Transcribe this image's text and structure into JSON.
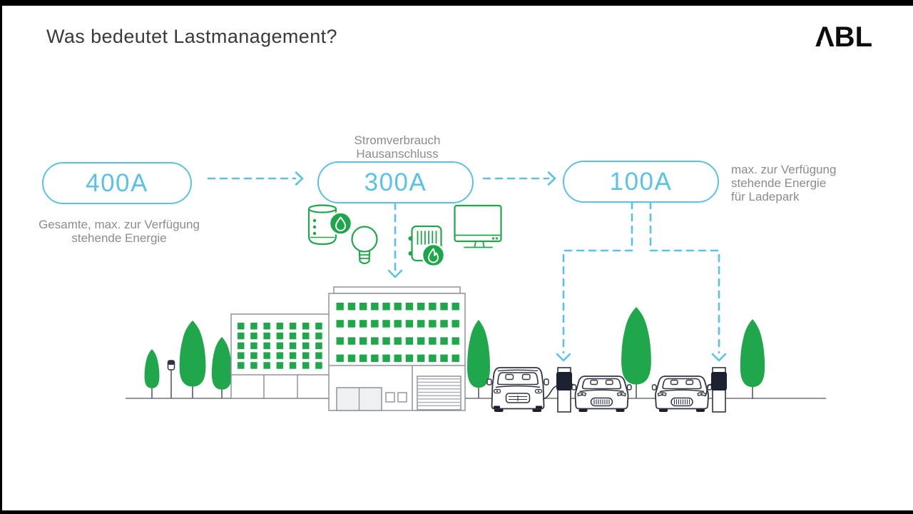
{
  "header": {
    "title": "Was bedeutet Lastmanagement?",
    "logo": "ΛBL"
  },
  "pills": [
    {
      "id": "total",
      "value": "400A"
    },
    {
      "id": "house",
      "value": "300A"
    },
    {
      "id": "ladepark",
      "value": "100A"
    }
  ],
  "notes": {
    "total": {
      "lines": [
        "Gesamte, max. zur Verfügung",
        "stehende Energie"
      ]
    },
    "house": {
      "lines": [
        "Stromverbrauch",
        "Hausanschluss"
      ]
    },
    "ladepark": {
      "lines": [
        "max. zur Verfügung",
        "stehende Energie",
        "für Ladepark"
      ]
    }
  },
  "diagram": {
    "flows": [
      {
        "from": "400A",
        "to": "300A",
        "style": "dashed-arrow"
      },
      {
        "from": "300A",
        "to": "100A",
        "style": "dashed-arrow"
      },
      {
        "from": "300A",
        "to": "building",
        "style": "dashed-arrow"
      },
      {
        "from": "100A",
        "to": "charging-station-1",
        "style": "dashed-arrow"
      },
      {
        "from": "100A",
        "to": "charging-station-2",
        "style": "dashed-arrow"
      }
    ],
    "consumer_icons": [
      "water-boiler-with-drop-badge",
      "light-bulb",
      "heater-with-flame-badge",
      "computer-monitor"
    ],
    "scene": {
      "buildings": 2,
      "trees": 6,
      "street_lamps": 1,
      "cars": 3,
      "charging_stations": 2
    }
  },
  "colors": {
    "accent_blue": "#5bc2e7",
    "green": "#21a74b",
    "title_text": "#3a3a3a",
    "note_text": "#8c8c8c",
    "outline_dark": "#2e3440",
    "building_outline": "#8e929a"
  }
}
